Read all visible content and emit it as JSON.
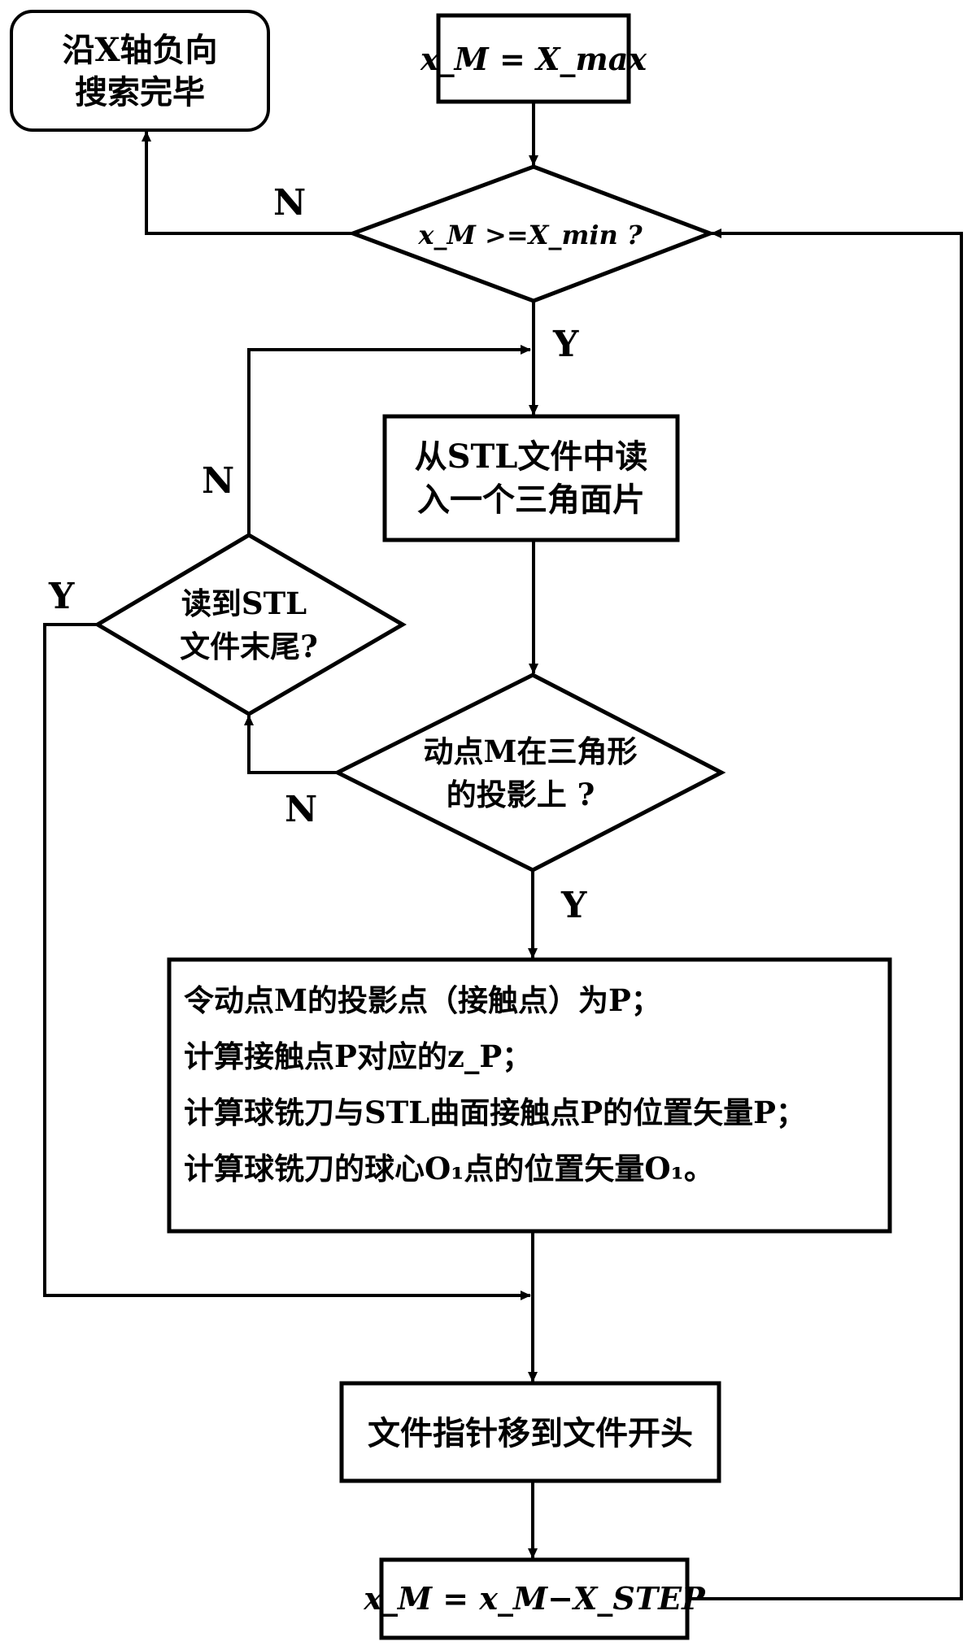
{
  "nodes": {
    "end_box": {
      "line1": "沿X轴负向",
      "line2": "搜索完毕"
    },
    "init_box": {
      "text": "x_M = X_max"
    },
    "check_x": {
      "text": "x_M >=X_min ?"
    },
    "read_facet": {
      "line1": "从STL文件中读",
      "line2": "入一个三角面片"
    },
    "eof_check": {
      "line1": "读到STL",
      "line2": "文件末尾?"
    },
    "in_projection": {
      "line1": "动点M在三角形",
      "line2": "的投影上 ?"
    },
    "compute_box": {
      "lines": [
        "令动点M的投影点（接触点）为P；",
        "计算接触点P对应的z_P；",
        "计算球铣刀与STL曲面接触点P的位置矢量P；",
        "计算球铣刀的球心O₁点的位置矢量O₁。"
      ]
    },
    "rewind_box": {
      "text": "文件指针移到文件开头"
    },
    "step_box": {
      "text": "x_M = x_M−X_STEP"
    }
  },
  "edge_labels": {
    "check_x_no": "N",
    "check_x_yes": "Y",
    "eof_no": "N",
    "eof_yes": "Y",
    "projection_no": "N",
    "projection_yes": "Y"
  }
}
